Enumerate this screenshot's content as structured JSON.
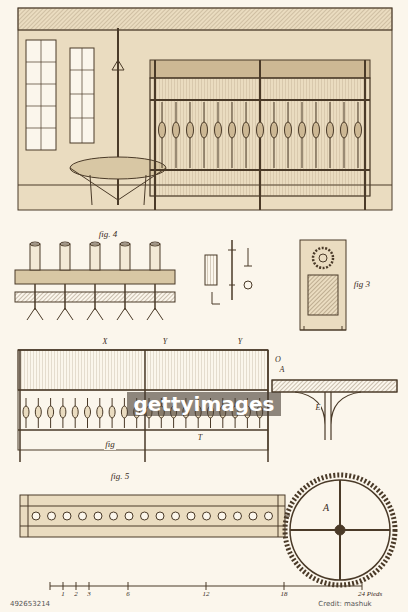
{
  "diagram": {
    "labels": [
      "fig. 4",
      "fig 3",
      "fig",
      "fig. 5",
      "A",
      "A",
      "E",
      "X",
      "Y",
      "Y",
      "O",
      "T",
      "1",
      "2",
      "3",
      "6",
      "12",
      "18",
      "24 Pieds",
      "gettyimages",
      "Credit: mashuk",
      "492653214"
    ]
  }
}
